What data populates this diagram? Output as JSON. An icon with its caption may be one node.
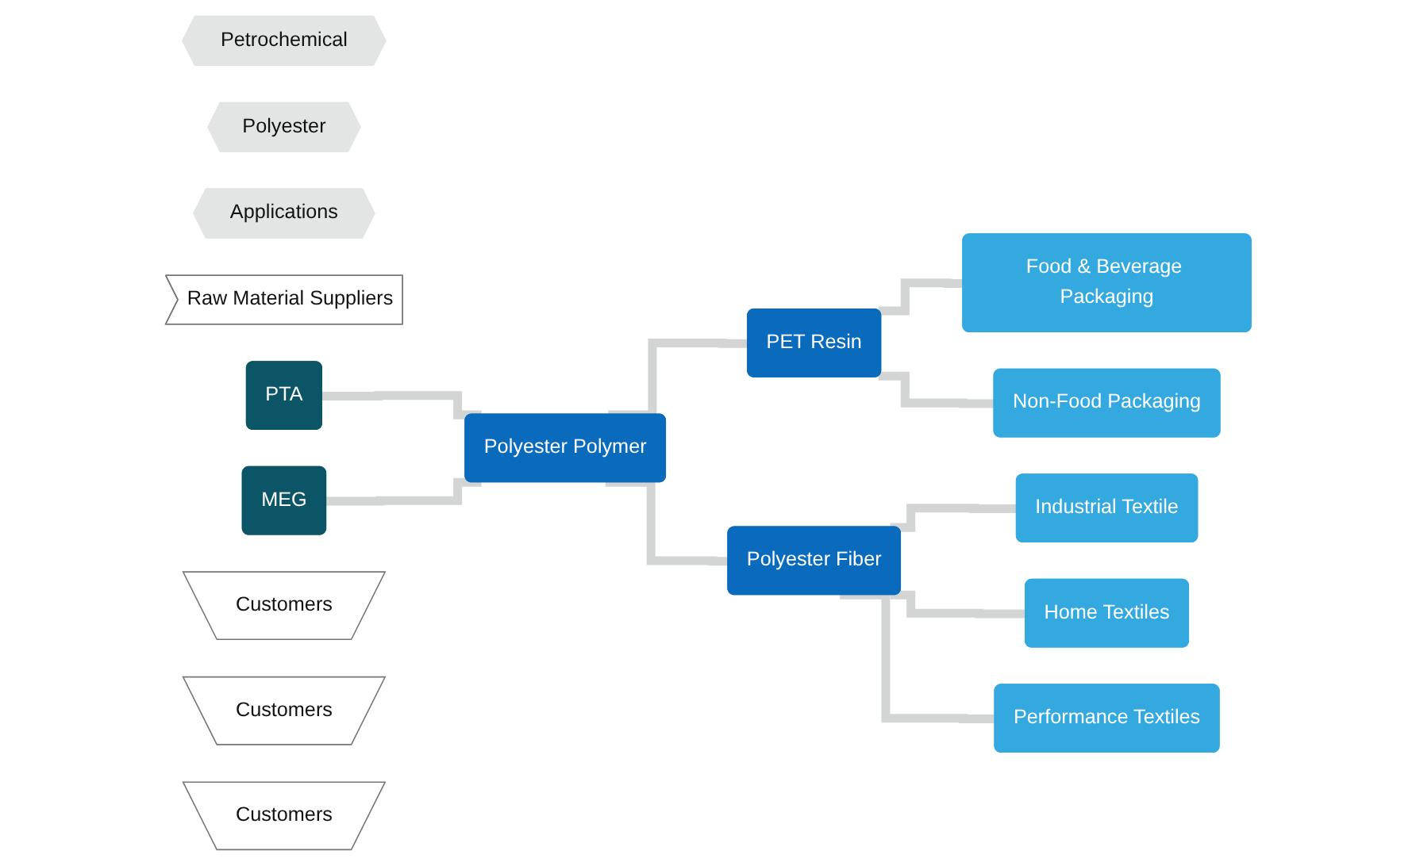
{
  "diagram": {
    "nodes": [
      {
        "text": [
          "Petrochemical"
        ]
      },
      {
        "text": [
          "Polyester"
        ]
      },
      {
        "text": [
          "Applications"
        ]
      },
      {
        "text": [
          "Raw Material Suppliers"
        ]
      },
      {
        "text": [
          "PTA"
        ]
      },
      {
        "text": [
          "MEG"
        ]
      },
      {
        "text": [
          "Polyester Polymer"
        ]
      },
      {
        "text": [
          "PET Resin"
        ]
      },
      {
        "text": [
          "Polyester Fiber"
        ]
      },
      {
        "text": [
          "Food & Beverage Packaging"
        ]
      },
      {
        "text": [
          "Non-Food Packaging"
        ]
      },
      {
        "text": [
          "Industrial Textile"
        ]
      },
      {
        "text": [
          "Home Textiles"
        ]
      },
      {
        "text": [
          "Performance Textiles"
        ]
      },
      {
        "text": [
          "Customers"
        ]
      },
      {
        "text": [
          "Customers"
        ]
      },
      {
        "text": [
          "Customers"
        ]
      }
    ],
    "edges": [
      {
        "from": 4,
        "to": 6,
        "arrow": "none"
      },
      {
        "from": 5,
        "to": 6,
        "arrow": "none"
      },
      {
        "from": 6,
        "to": 7,
        "arrow": "none"
      },
      {
        "from": 6,
        "to": 8,
        "arrow": "none"
      },
      {
        "from": 7,
        "to": 9,
        "arrow": "none"
      },
      {
        "from": 7,
        "to": 10,
        "arrow": "none"
      },
      {
        "from": 8,
        "to": 11,
        "arrow": "none"
      },
      {
        "from": 8,
        "to": 12,
        "arrow": "none"
      },
      {
        "from": 8,
        "to": 13,
        "arrow": "none"
      }
    ]
  }
}
